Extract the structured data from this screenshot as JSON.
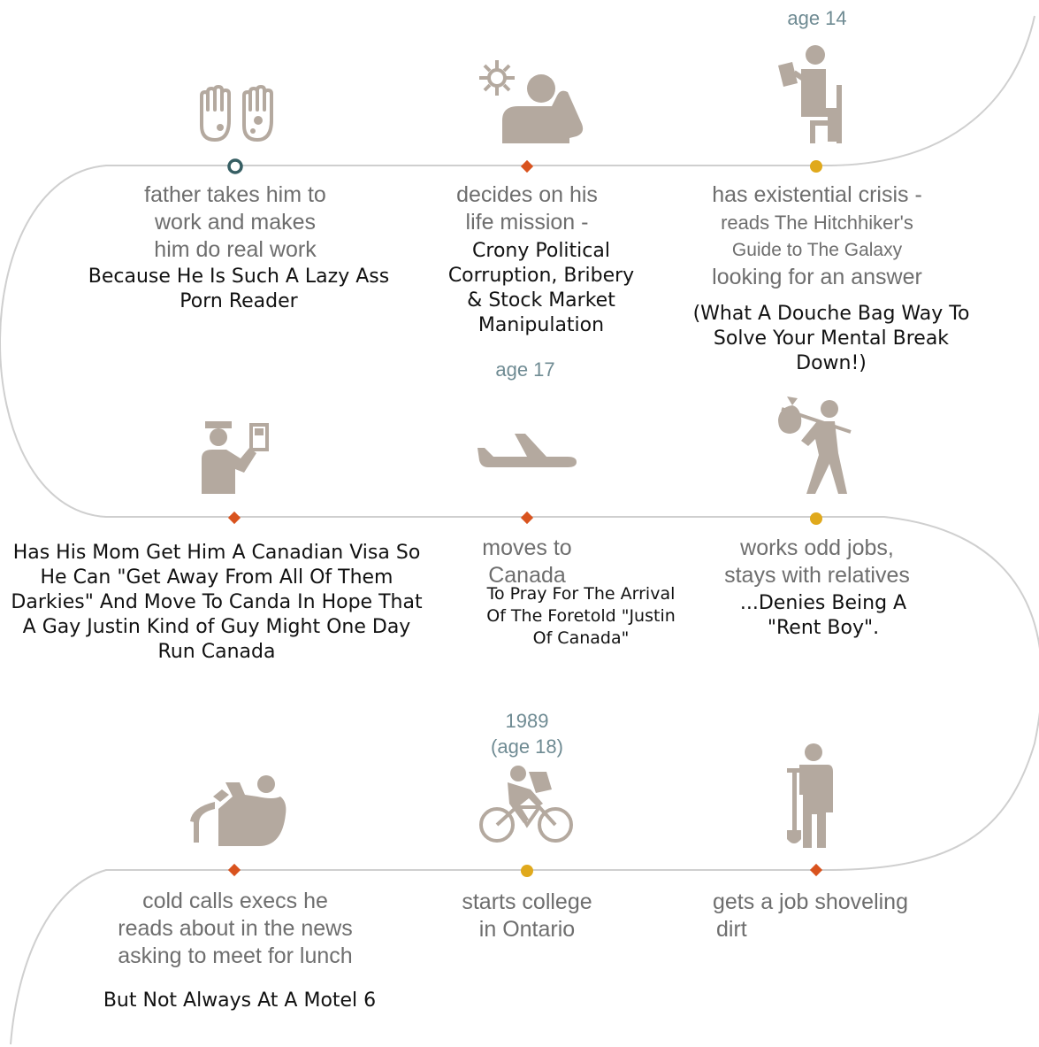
{
  "colors": {
    "track": "#cfcfcf",
    "icon": "#b4a99f",
    "red": "#d9531e",
    "yellow": "#e0a91c",
    "teal": "#365e63"
  },
  "row1": {
    "e1": {
      "icon": "hands-icon",
      "marker": "open-circle",
      "text": [
        "father takes him to",
        "work and makes",
        "him do real work"
      ],
      "note": [
        "Because He Is Such A Lazy Ass",
        "Porn Reader"
      ]
    },
    "e2": {
      "icon": "thinking-person-icon",
      "marker": "red-diamond",
      "text": [
        "decides on his",
        "life mission -"
      ],
      "note": [
        "Crony Political",
        "Corruption, Bribery",
        "& Stock Market",
        "Manipulation"
      ]
    },
    "e3": {
      "age": "age 14",
      "icon": "reading-person-icon",
      "marker": "yellow-dot",
      "text": [
        "has existential crisis -",
        "reads The Hitchhiker's",
        "Guide to The Galaxy",
        "looking for an answer"
      ],
      "note": [
        "(What A Douche Bag Way To",
        "Solve Your Mental Break",
        "Down!)"
      ]
    }
  },
  "row2": {
    "e1": {
      "icon": "immigration-officer-icon",
      "marker": "red-diamond",
      "note": [
        "Has His Mom Get Him A Canadian Visa So",
        "He Can \"Get Away From All Of Them",
        "Darkies\" And Move To Canda In Hope That",
        "A Gay Justin Kind of Guy Might One Day",
        "Run Canada"
      ]
    },
    "e2": {
      "age": "age 17",
      "icon": "airplane-icon",
      "marker": "red-diamond",
      "text": [
        "moves to",
        "Canada"
      ],
      "note": [
        "To Pray For The Arrival",
        "Of The Foretold \"Justin",
        "Of Canada\""
      ]
    },
    "e3": {
      "icon": "hobo-walker-icon",
      "marker": "yellow-dot",
      "text": [
        "works odd jobs,",
        "stays with relatives"
      ],
      "note": [
        "...Denies Being A",
        "\"Rent Boy\"."
      ]
    }
  },
  "row3": {
    "e1": {
      "icon": "executive-chair-icon",
      "marker": "red-diamond",
      "text": [
        "cold calls execs he",
        "reads about in the news",
        "asking to meet for lunch"
      ],
      "note": [
        "But Not Always At A Motel 6"
      ]
    },
    "e2": {
      "age": [
        "1989",
        "(age 18)"
      ],
      "icon": "cyclist-icon",
      "marker": "yellow-dot",
      "text": [
        "starts college",
        "in Ontario"
      ]
    },
    "e3": {
      "icon": "worker-shovel-icon",
      "marker": "red-diamond",
      "text": [
        "gets a job shoveling",
        "dirt"
      ]
    }
  }
}
